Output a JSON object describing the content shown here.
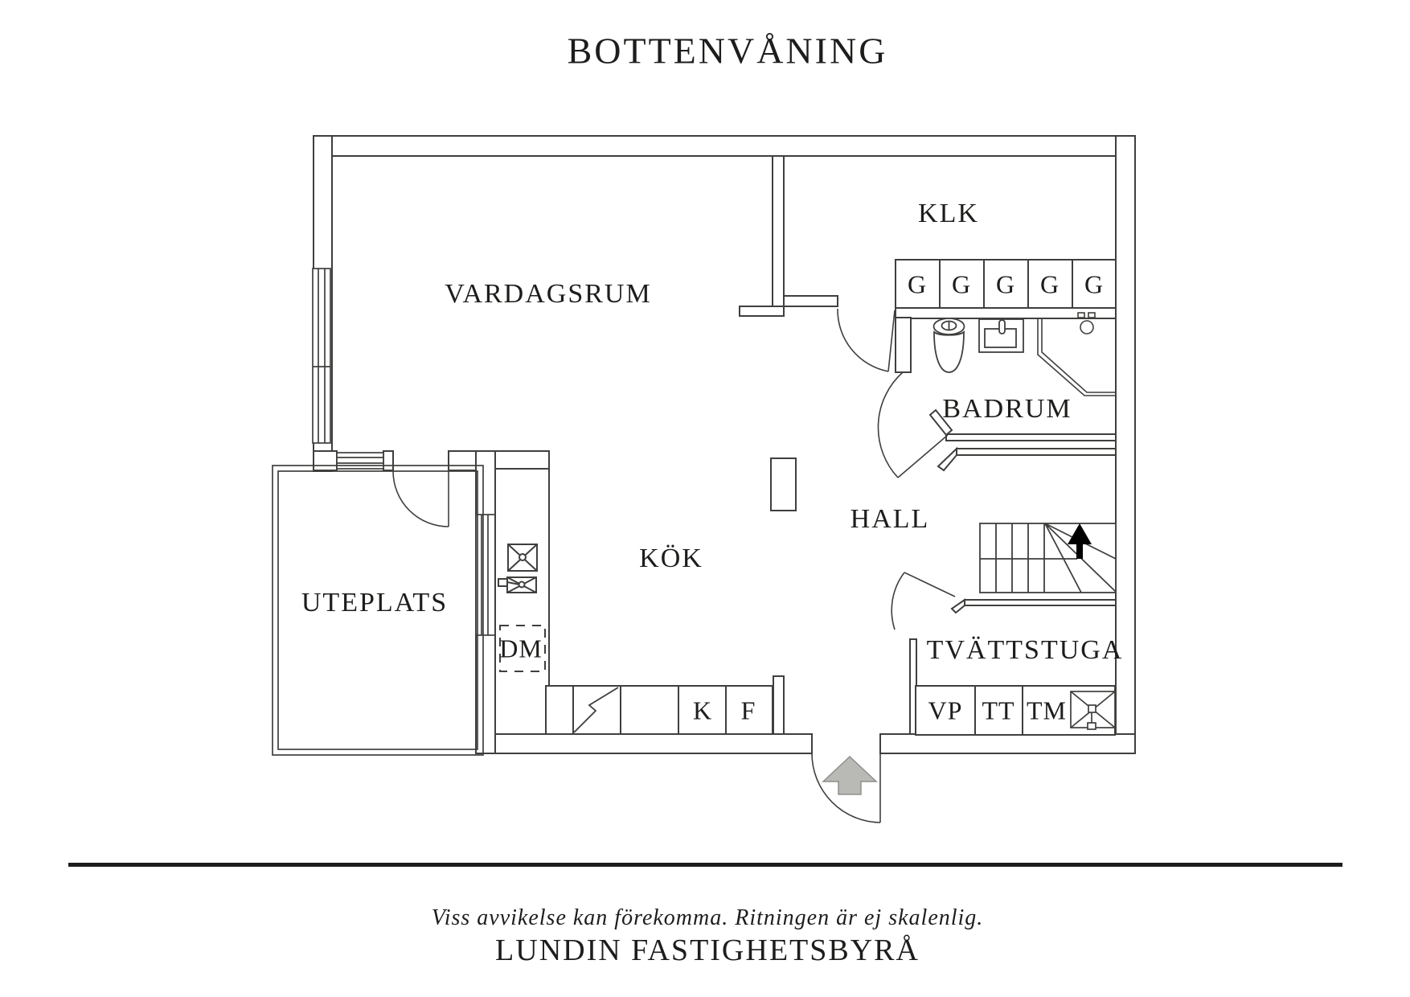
{
  "title": "BOTTENVÅNING",
  "plan": {
    "rooms": {
      "vardagsrum": "VARDAGSRUM",
      "klk": "KLK",
      "badrum": "BADRUM",
      "hall": "HALL",
      "kok": "KÖK",
      "uteplats": "UTEPLATS",
      "tvattstuga": "TVÄTTSTUGA"
    },
    "fixtures": {
      "wardrobe": "G",
      "dishwasher": "DM",
      "fridge": "K",
      "freezer": "F",
      "heater": "VP",
      "dryer": "TT",
      "washer": "TM"
    }
  },
  "footer": {
    "disclaimer": "Viss avvikelse kan förekomma. Ritningen är ej skalenlig.",
    "brand": "LUNDIN FASTIGHETSBYRÅ"
  },
  "colors": {
    "ink": "#1d1d1b",
    "line": "#3f3f3d",
    "arrow_fill": "#b9b9b6",
    "arrow_stroke": "#8f8f8c",
    "background": "#ffffff"
  }
}
